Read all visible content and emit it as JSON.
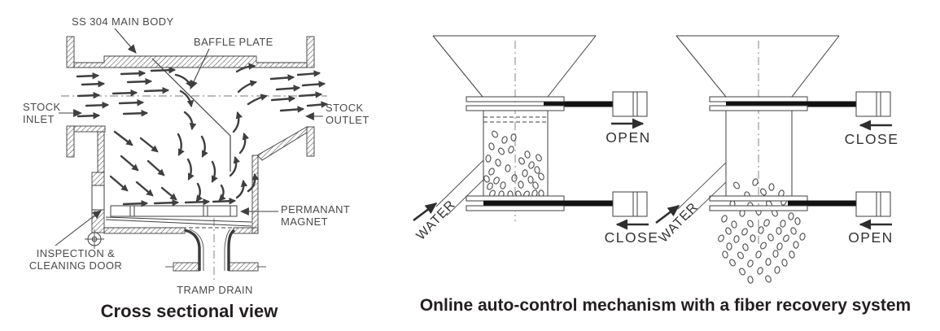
{
  "left_figure": {
    "caption": "Cross sectional view",
    "labels": {
      "main_body": "SS 304 MAIN BODY",
      "baffle": "BAFFLE PLATE",
      "inlet_line1": "STOCK",
      "inlet_line2": "INLET",
      "outlet_line1": "STOCK",
      "outlet_line2": "OUTLET",
      "magnet_line1": "PERMANANT",
      "magnet_line2": "MAGNET",
      "door_line1": "INSPECTION &",
      "door_line2": "CLEANING DOOR",
      "tramp_drain": "TRAMP DRAIN"
    }
  },
  "right_figure": {
    "caption": "Online auto-control mechanism with a fiber recovery system",
    "diagrams": [
      {
        "water_label": "WATER",
        "top_valve_state": "OPEN",
        "bottom_valve_state": "CLOSE"
      },
      {
        "water_label": "WATER",
        "top_valve_state": "CLOSE",
        "bottom_valve_state": "OPEN"
      }
    ]
  },
  "colors": {
    "line": "#3f3f3f",
    "text": "#4a4a4a",
    "caption": "#231f20",
    "gate": "#121212",
    "background": "#ffffff"
  }
}
